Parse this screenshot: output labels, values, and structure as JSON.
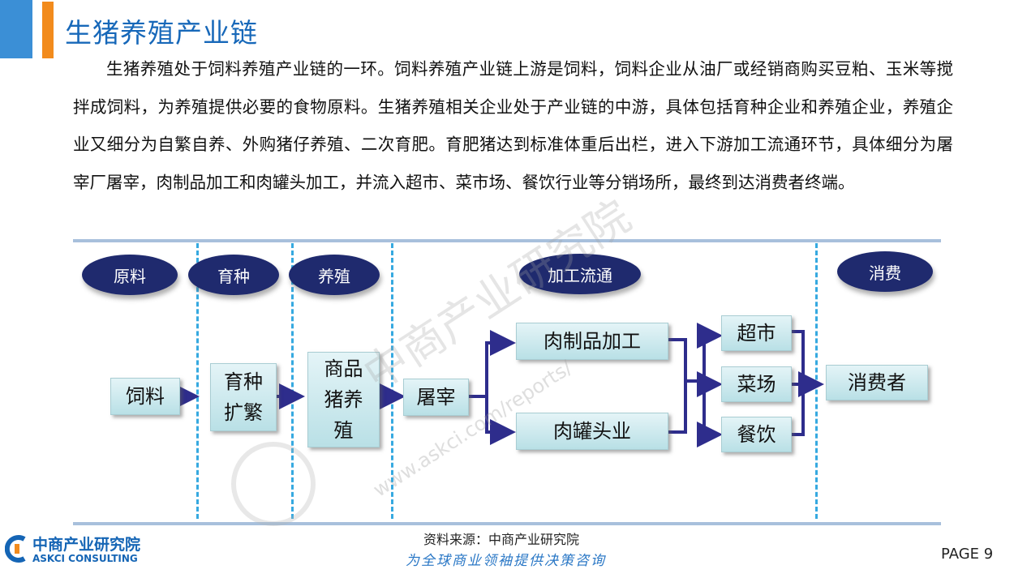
{
  "header": {
    "title": "生猪养殖产业链"
  },
  "paragraph": "生猪养殖处于饲料养殖产业链的一环。饲料养殖产业链上游是饲料，饲料企业从油厂或经销商购买豆粕、玉米等搅拌成饲料，为养殖提供必要的食物原料。生猪养殖相关企业处于产业链的中游，具体包括育种企业和养殖企业，养殖企业又细分为自繁自养、外购猪仔养殖、二次育肥。育肥猪达到标准体重后出栏，进入下游加工流通环节，具体细分为屠宰厂屠宰，肉制品加工和肉罐头加工，并流入超市、菜市场、餐饮行业等分销场所，最终到达消费者终端。",
  "diagram": {
    "stages": [
      "原料",
      "育种",
      "养殖",
      "加工流通",
      "消费"
    ],
    "nodes": {
      "feed": "饲料",
      "breeding_1": "育种",
      "breeding_2": "扩繁",
      "pig_1": "商品",
      "pig_2": "猪养",
      "pig_3": "殖",
      "slaughter": "屠宰",
      "meat_processing": "肉制品加工",
      "canned_meat": "肉罐头业",
      "supermarket": "超市",
      "market": "菜场",
      "catering": "餐饮",
      "consumer": "消费者"
    },
    "colors": {
      "oval": "#1f2a6e",
      "arrow": "#2e2d8c",
      "divider": "#36a9e0",
      "rule": "#a8c0dc"
    }
  },
  "footer": {
    "source": "资料来源：中商产业研究院",
    "slogan": "为全球商业领袖提供决策咨询",
    "logo_cn": "中商产业研究院",
    "logo_en": "ASKCI CONSULTING",
    "page": "PAGE  9"
  },
  "watermark": {
    "main": "中商产业研究院",
    "url": "www.askci.com/reports/"
  }
}
